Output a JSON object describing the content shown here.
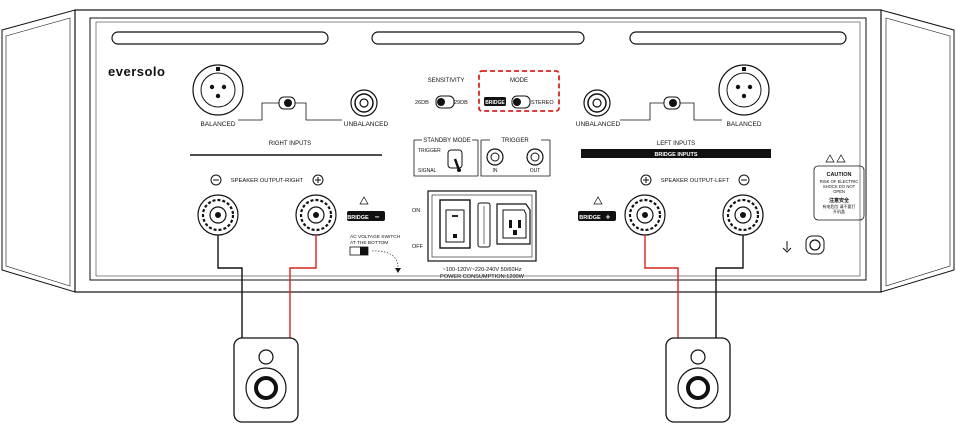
{
  "brand": {
    "logo": "eversolo"
  },
  "right_side": {
    "balanced": "BALANCED",
    "unbalanced": "UNBALANCED",
    "inputs_title": "RIGHT INPUTS",
    "speaker_output": "SPEAKER OUTPUT-RIGHT",
    "bridge_badge": "BRIDGE",
    "minus": "−",
    "plus": "+"
  },
  "left_side": {
    "balanced": "BALANCED",
    "unbalanced": "UNBALANCED",
    "inputs_title": "LEFT INPUTS",
    "bridge_inputs": "BRIDGE INPUTS",
    "speaker_output": "SPEAKER OUTPUT-LEFT",
    "bridge_badge": "BRIDGE",
    "minus": "−",
    "plus": "+"
  },
  "sensitivity": {
    "label": "SENSITIVITY",
    "low": "26DB",
    "high": "29DB"
  },
  "mode": {
    "label": "MODE",
    "bridge": "BRIDGE",
    "stereo": "STEREO"
  },
  "standby": {
    "label": "STANDBY MODE",
    "trigger": "TRIGGER",
    "signal": "SIGNAL"
  },
  "trigger": {
    "label": "TRIGGER",
    "in": "IN",
    "out": "OUT"
  },
  "ac_switch": {
    "line1": "AC VOLTAGE SWITCH",
    "line2": "AT THE BOTTOM"
  },
  "power": {
    "on": "ON",
    "off": "OFF",
    "voltage": "~100-120V/~220-240V  50/60Hz",
    "consumption": "POWER CONSUMPTION:1200W"
  },
  "caution": {
    "title": "CAUTION",
    "line1": "RISK OF ELECTRIC",
    "line2": "SHOCK DO NOT",
    "line3": "OPEN",
    "cn_title": "注意安全",
    "cn_line1": "有电危险 请不要打",
    "cn_line2": "开机盖"
  },
  "colors": {
    "speaker_positive_wire": "#d8231d",
    "mode_highlight": "#d8231d",
    "ink": "#111111"
  }
}
